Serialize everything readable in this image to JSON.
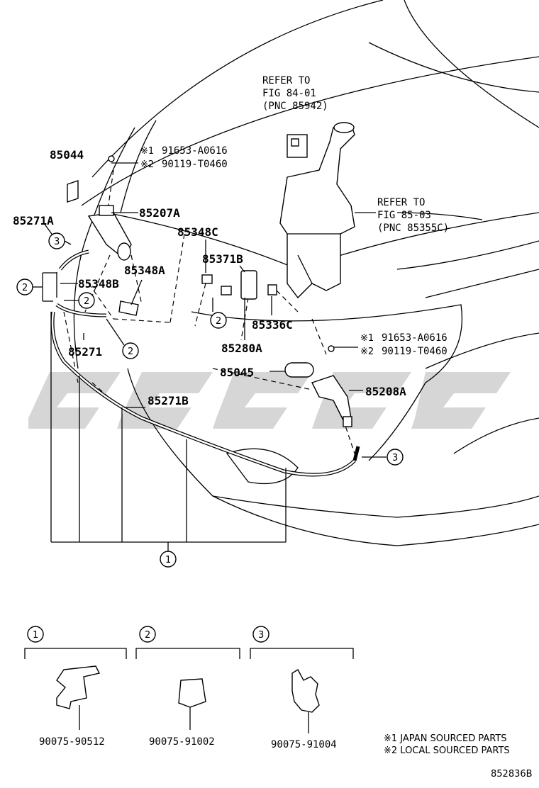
{
  "refs": {
    "ref1": {
      "line1": "REFER TO",
      "line2": "FIG 84-01",
      "line3": "(PNC 85942)"
    },
    "ref2": {
      "line1": "REFER TO",
      "line2": "FIG 85-03",
      "line3": "(PNC 85355C)"
    }
  },
  "callouts": {
    "p85044": "85044",
    "p85271A": "85271A",
    "p85207A": "85207A",
    "p85348C": "85348C",
    "p85371B": "85371B",
    "p85348A": "85348A",
    "p85348B": "85348B",
    "p85336C": "85336C",
    "p85271": "85271",
    "p85280A": "85280A",
    "p85045": "85045",
    "p85208A": "85208A",
    "p85271B": "85271B"
  },
  "screws_top": {
    "mark1": "※1",
    "code1": "91653-A0616",
    "mark2": "※2",
    "code2": "90119-T0460"
  },
  "screws_right": {
    "mark1": "※1",
    "code1": "91653-A0616",
    "mark2": "※2",
    "code2": "90119-T0460"
  },
  "circle_refs": {
    "one": "1",
    "two": "2",
    "three": "3"
  },
  "clips": [
    {
      "ref": "1",
      "part": "90075-90512"
    },
    {
      "ref": "2",
      "part": "90075-91002"
    },
    {
      "ref": "3",
      "part": "90075-91004"
    }
  ],
  "notes": {
    "note1": "※1 JAPAN SOURCED PARTS",
    "note2": "※2 LOCAL SOURCED PARTS"
  },
  "figure_id": "852836B",
  "watermark_color": "#c8c8c8"
}
